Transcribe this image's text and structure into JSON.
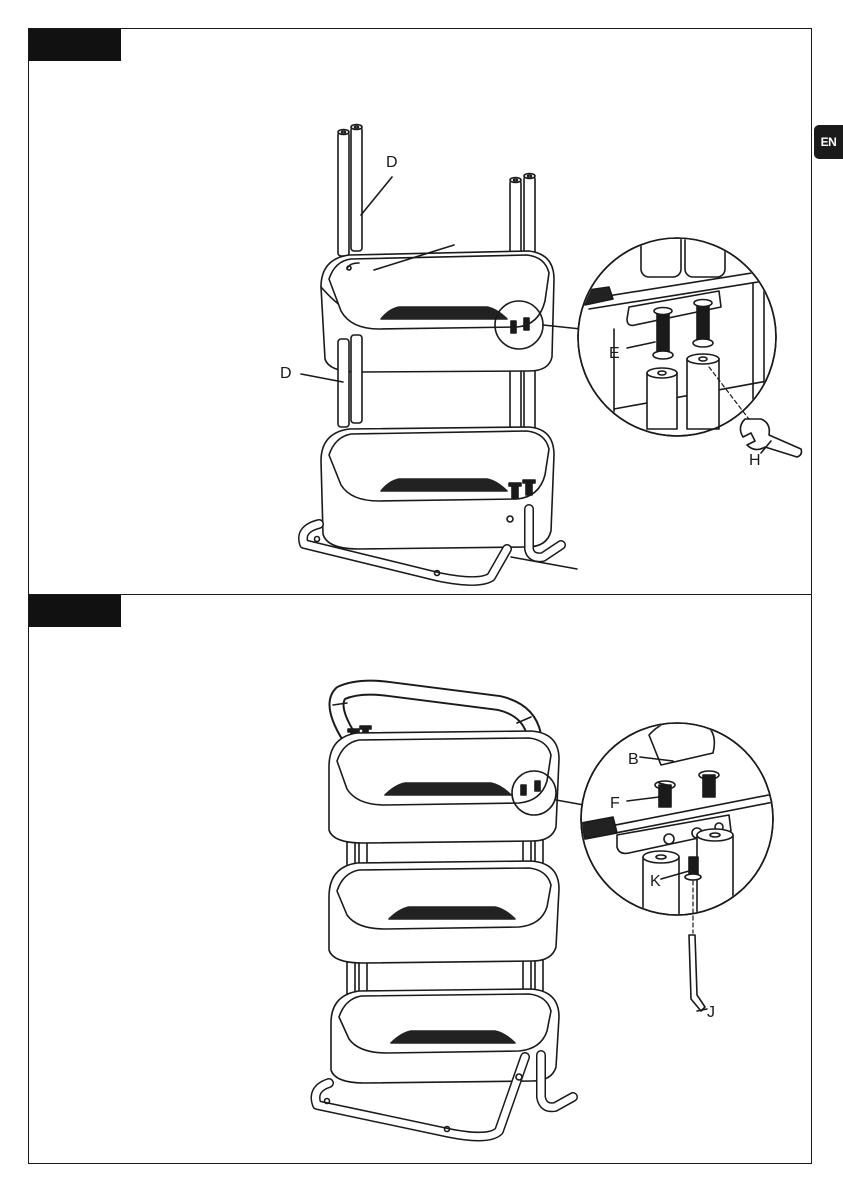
{
  "language_badge": "EN",
  "step1": {
    "labels": {
      "d_top": "D",
      "d_left": "D",
      "e": "E",
      "h": "H"
    }
  },
  "step2": {
    "labels": {
      "b": "B",
      "f": "F",
      "k": "K",
      "j": "J"
    }
  },
  "icons": [
    "wrench-icon",
    "allen-key-icon",
    "screw-icon",
    "nut-icon"
  ]
}
